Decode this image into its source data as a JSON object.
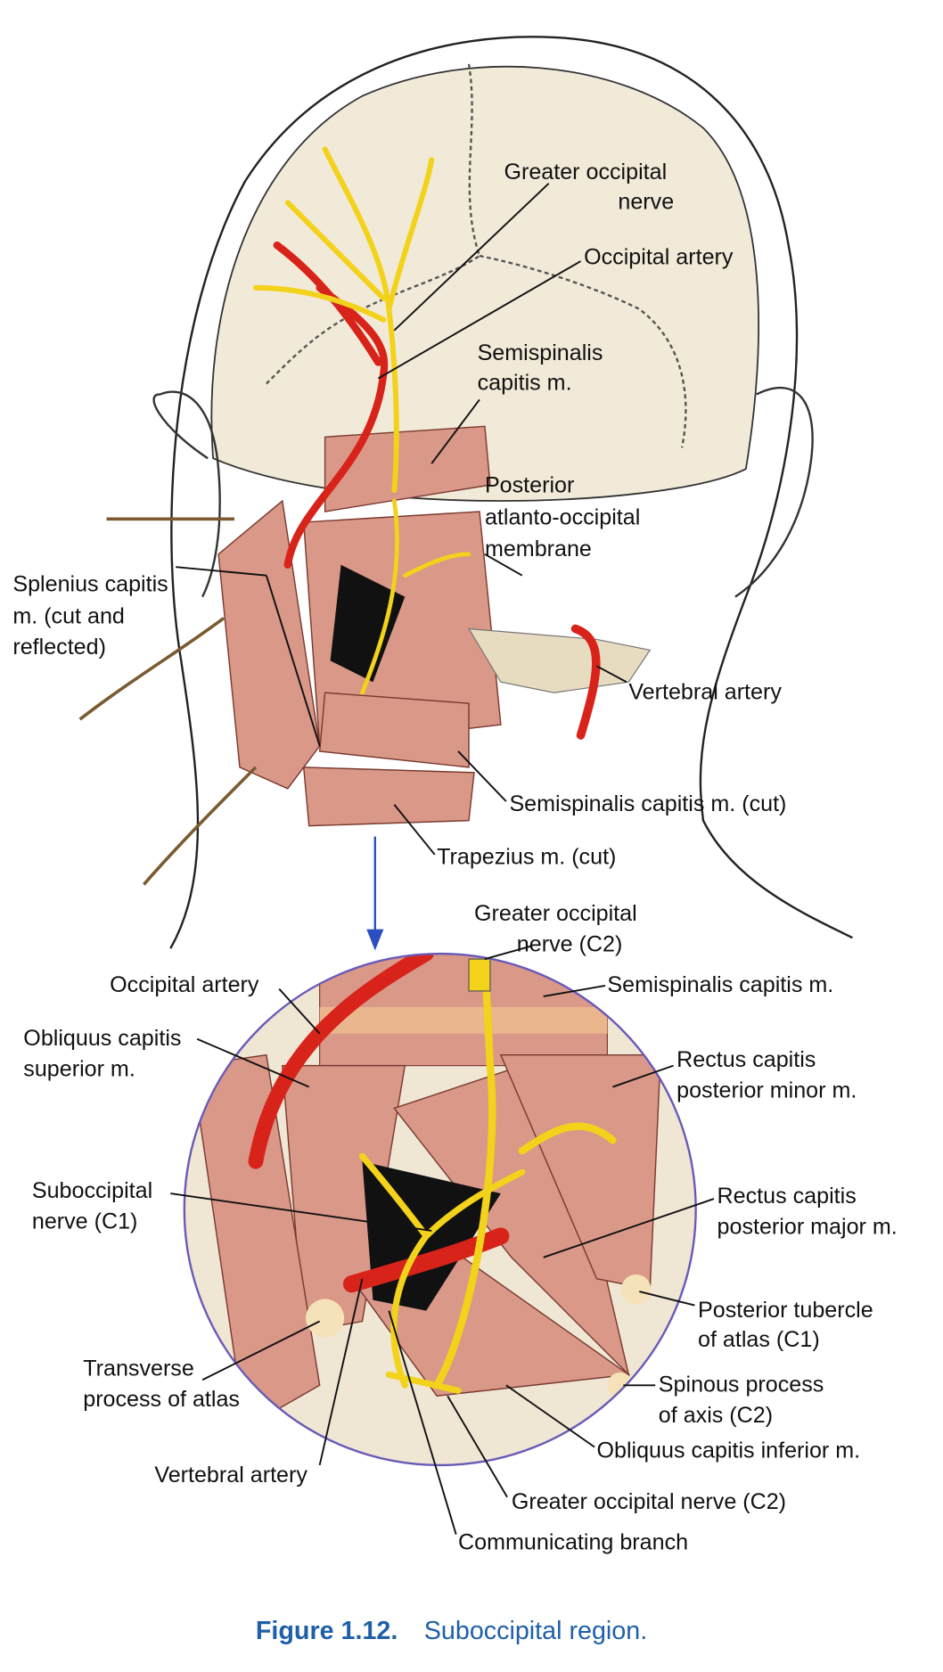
{
  "figure": {
    "caption_number": "Figure 1.12.",
    "caption_text": "Suboccipital region."
  },
  "top_labels": {
    "greater_occipital_nerve": [
      "Greater occipital",
      "nerve"
    ],
    "occipital_artery": "Occipital artery",
    "semispinalis_capitis": [
      "Semispinalis",
      "capitis m."
    ],
    "posterior_atlanto_occipital": [
      "Posterior",
      "atlanto-occipital",
      "membrane"
    ],
    "splenius_capitis": [
      "Splenius capitis",
      "m. (cut and",
      "reflected)"
    ],
    "vertebral_artery": "Vertebral artery",
    "semispinalis_cut": "Semispinalis capitis m. (cut)",
    "trapezius_cut": "Trapezius m. (cut)"
  },
  "inset_labels": {
    "greater_occipital_nerve_c2_top": [
      "Greater occipital",
      "nerve (C2)"
    ],
    "semispinalis_capitis": "Semispinalis capitis m.",
    "occipital_artery": "Occipital artery",
    "obliquus_superior": [
      "Obliquus capitis",
      "superior m."
    ],
    "rectus_minor": [
      "Rectus capitis",
      "posterior minor m."
    ],
    "suboccipital_nerve": [
      "Suboccipital",
      "nerve (C1)"
    ],
    "rectus_major": [
      "Rectus capitis",
      "posterior major m."
    ],
    "posterior_tubercle": [
      "Posterior tubercle",
      "of atlas (C1)"
    ],
    "transverse_process": [
      "Transverse",
      "process of atlas"
    ],
    "spinous_process": [
      "Spinous process",
      "of axis (C2)"
    ],
    "obliquus_inferior": "Obliquus capitis inferior m.",
    "vertebral_artery": "Vertebral artery",
    "greater_occipital_nerve_c2": "Greater occipital nerve (C2)",
    "communicating_branch": "Communicating branch"
  },
  "colors": {
    "nerve": "#f2d21a",
    "artery": "#d8231a",
    "muscle": "#d99888",
    "skull": "#f2ead8",
    "caption": "#1f5fa8",
    "arrow": "#2b4fc0"
  }
}
